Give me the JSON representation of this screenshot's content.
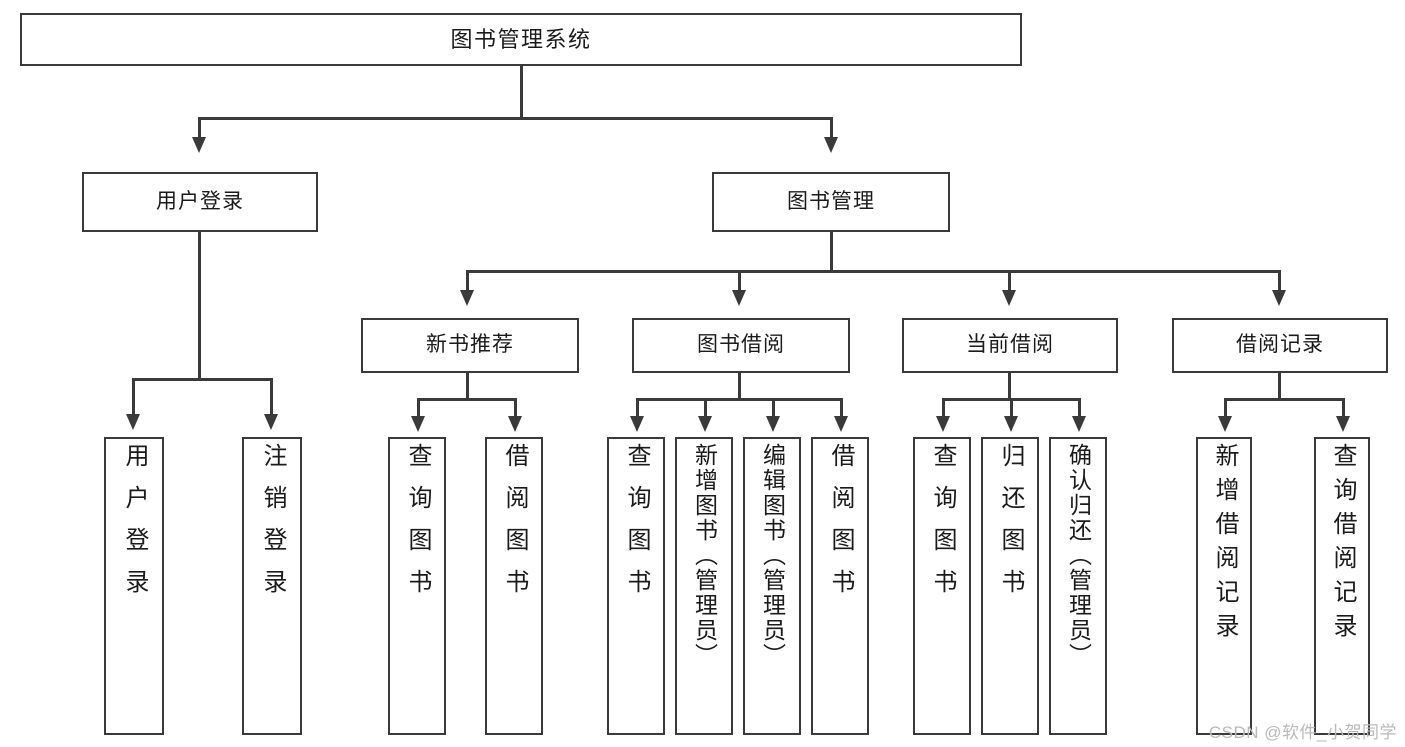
{
  "diagram": {
    "title": "图书管理系统",
    "type": "tree-hierarchy",
    "watermark": "CSDN @软件_小贺同学",
    "colors": {
      "stroke": "#3a3a3a",
      "background": "#ffffff",
      "text": "#1b1b1b",
      "watermark": "#b9b9b9"
    },
    "levels": {
      "level1": {
        "label": "图书管理系统"
      },
      "level2": [
        {
          "label": "用户登录"
        },
        {
          "label": "图书管理"
        }
      ],
      "level3": [
        {
          "label": "新书推荐"
        },
        {
          "label": "图书借阅"
        },
        {
          "label": "当前借阅"
        },
        {
          "label": "借阅记录"
        }
      ],
      "level4": {
        "user_login_children": [
          {
            "label": "用户登录"
          },
          {
            "label": "注销登录"
          }
        ],
        "new_book_children": [
          {
            "label": "查询图书"
          },
          {
            "label": "借阅图书"
          }
        ],
        "book_borrow_children": [
          {
            "label": "查询图书"
          },
          {
            "label": "新增图书（管理员）"
          },
          {
            "label": "编辑图书（管理员）"
          },
          {
            "label": "借阅图书"
          }
        ],
        "current_borrow_children": [
          {
            "label": "查询图书"
          },
          {
            "label": "归还图书"
          },
          {
            "label": "确认归还（管理员）"
          }
        ],
        "borrow_record_children": [
          {
            "label": "新增借阅记录"
          },
          {
            "label": "查询借阅记录"
          }
        ]
      }
    }
  }
}
